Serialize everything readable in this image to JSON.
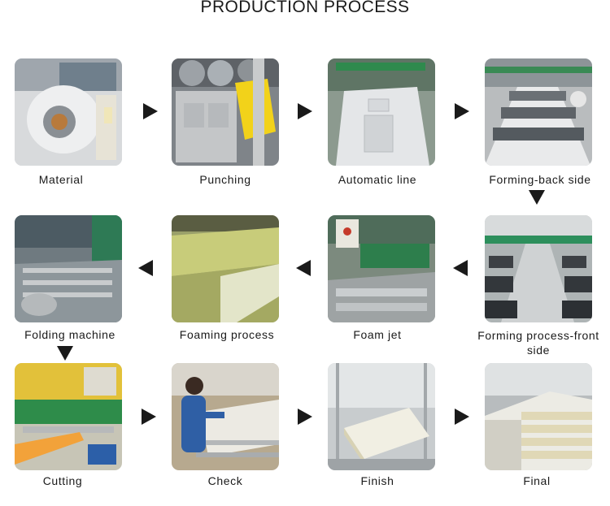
{
  "title": "PRODUCTION PROCESS",
  "steps": [
    {
      "label": "Material"
    },
    {
      "label": "Punching"
    },
    {
      "label": "Automatic line"
    },
    {
      "label": "Forming-back side"
    },
    {
      "label": "Forming process-front side"
    },
    {
      "label": "Foam jet"
    },
    {
      "label": "Foaming process"
    },
    {
      "label": "Folding machine"
    },
    {
      "label": "Cutting"
    },
    {
      "label": "Check"
    },
    {
      "label": "Finish"
    },
    {
      "label": "Final"
    }
  ],
  "arrows": [
    "right-arrow-icon",
    "left-arrow-icon",
    "down-arrow-icon"
  ]
}
